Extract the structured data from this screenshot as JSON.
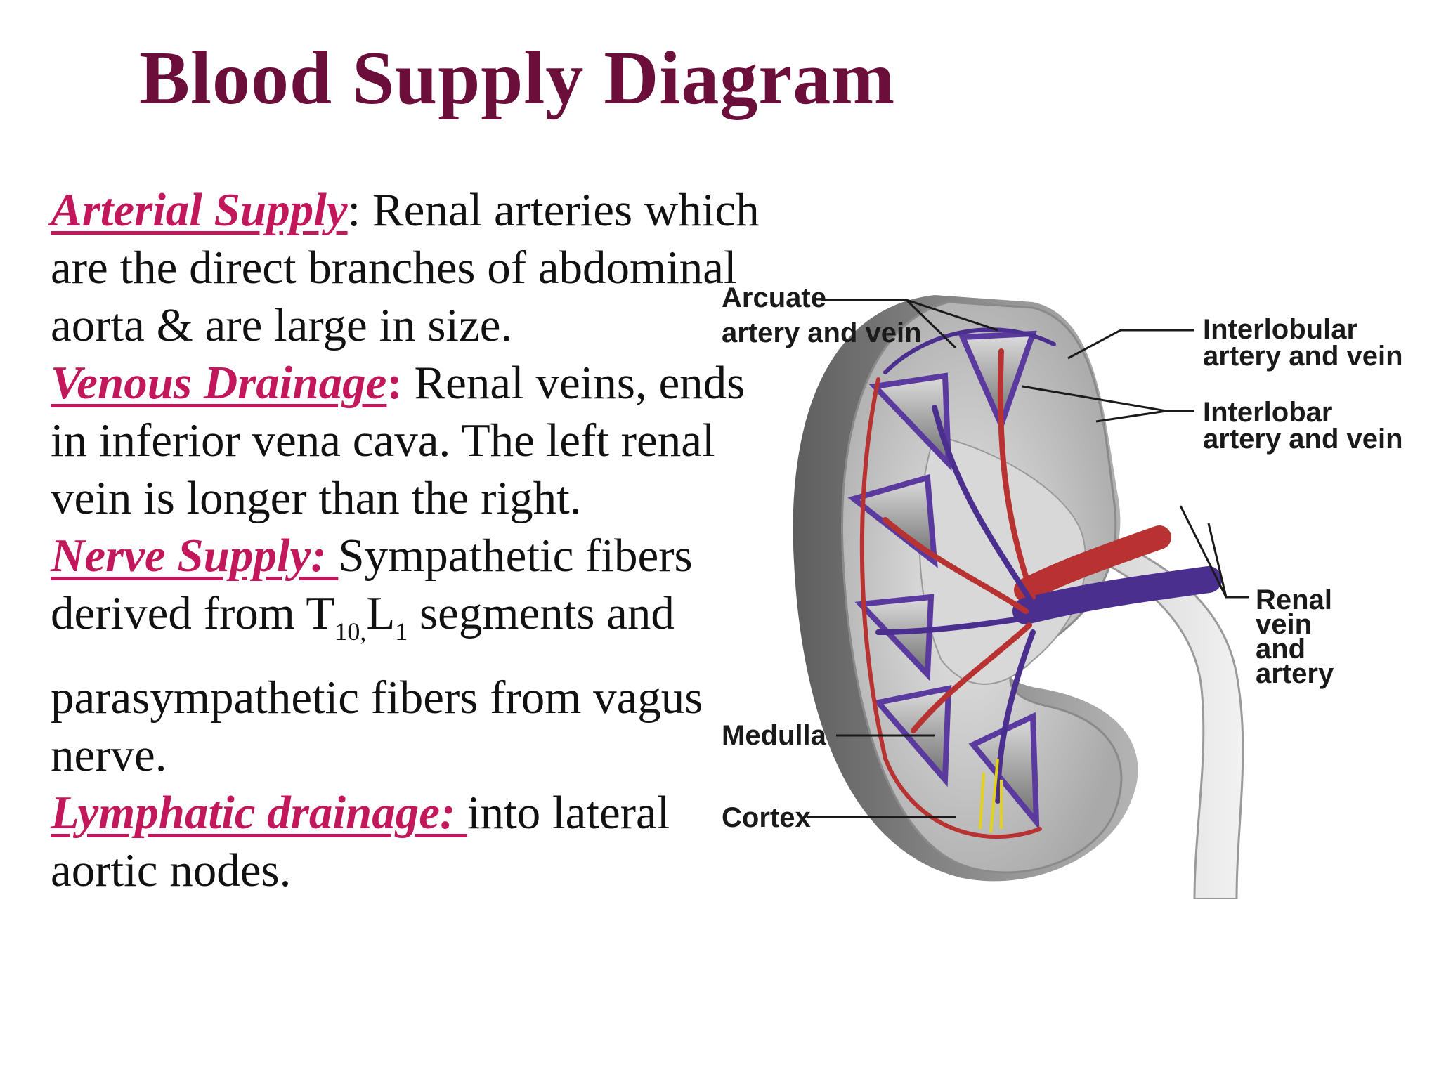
{
  "title": "Blood Supply Diagram",
  "sections": {
    "arterial": {
      "heading": "Arterial Supply",
      "line1": ": Renal arteries which",
      "line2": "are the direct branches of abdominal",
      "line3": "aorta & are large in size."
    },
    "venous": {
      "heading": "Venous Drainage",
      "colon": ":",
      "line1": " Renal veins, ends",
      "line2": "in inferior vena cava. The left renal",
      "line3": "vein is longer than the right."
    },
    "nerve": {
      "heading": "Nerve Supply: ",
      "line1": "Sympathetic fibers",
      "line2_a": "derived from T",
      "sub1": "10,",
      "line2_b": "L",
      "sub2": "1",
      "line2_c": " segments and",
      "line3": "parasympathetic fibers from vagus",
      "line4": "nerve."
    },
    "lymphatic": {
      "heading": "Lymphatic drainage: ",
      "line1": "into lateral",
      "line2": "aortic nodes."
    }
  },
  "diagram_labels": {
    "arcuate_1": "Arcuate",
    "arcuate_2": "artery and vein",
    "interlobular_1": "Interlobular",
    "interlobular_2": "artery and vein",
    "interlobar_1": "Interlobar",
    "interlobar_2": "artery and vein",
    "renal_1": "Renal",
    "renal_2": "vein",
    "renal_3": "and",
    "renal_4": "artery",
    "medulla": "Medulla",
    "cortex": "Cortex"
  },
  "colors": {
    "title": "#6b0f3a",
    "heading": "#c2185b",
    "artery": "#b83232",
    "vein": "#4b2f8f"
  }
}
